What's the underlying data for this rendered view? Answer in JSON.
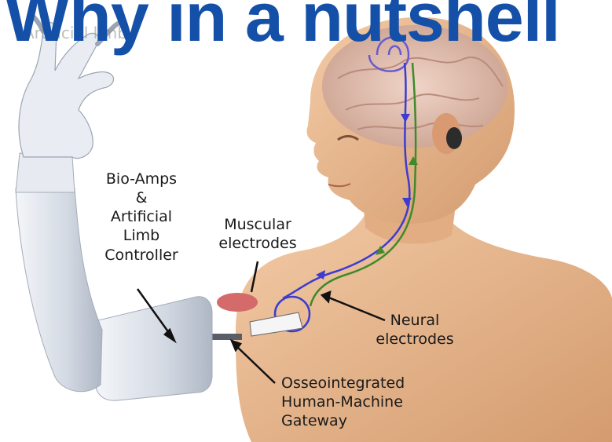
{
  "title": "Why in a nutshell",
  "faint_caption": "Artificial limb",
  "labels": {
    "bio_amps": "Bio-Amps\n&\nArtificial\nLimb\nController",
    "muscular": "Muscular\nelectrodes",
    "neural": "Neural\nelectrodes",
    "osseo": "Osseointegrated\nHuman-Machine\nGateway"
  },
  "colors": {
    "title": "#1550a8",
    "skin": "#e9b98f",
    "skin_shadow": "#d49b6f",
    "brain": "#e3c2b6",
    "prosthesis": "#d4dae4",
    "nerve_blue": "#3c3ccf",
    "nerve_green": "#3f8a2a"
  }
}
